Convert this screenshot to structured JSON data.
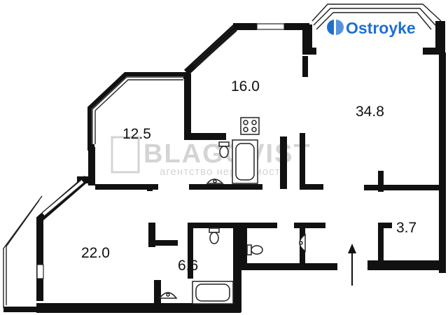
{
  "brand": {
    "name": "Ostroyke",
    "color": "#1f6fd1"
  },
  "watermark": {
    "line1": "BLAGOVIST",
    "line2": "агентство нерухомості",
    "color": "#d4d4d4"
  },
  "rooms": [
    {
      "id": "room-16",
      "label": "16.0"
    },
    {
      "id": "room-34",
      "label": "34.8"
    },
    {
      "id": "room-12",
      "label": "12.5"
    },
    {
      "id": "room-22",
      "label": "22.0"
    },
    {
      "id": "room-6",
      "label": "6.6"
    },
    {
      "id": "room-3",
      "label": "3.7"
    }
  ],
  "icons": [
    "stove-icon",
    "toilet-icon",
    "sink-icon",
    "bathtub-icon",
    "entrance-arrow-icon",
    "brand-logo-icon"
  ]
}
